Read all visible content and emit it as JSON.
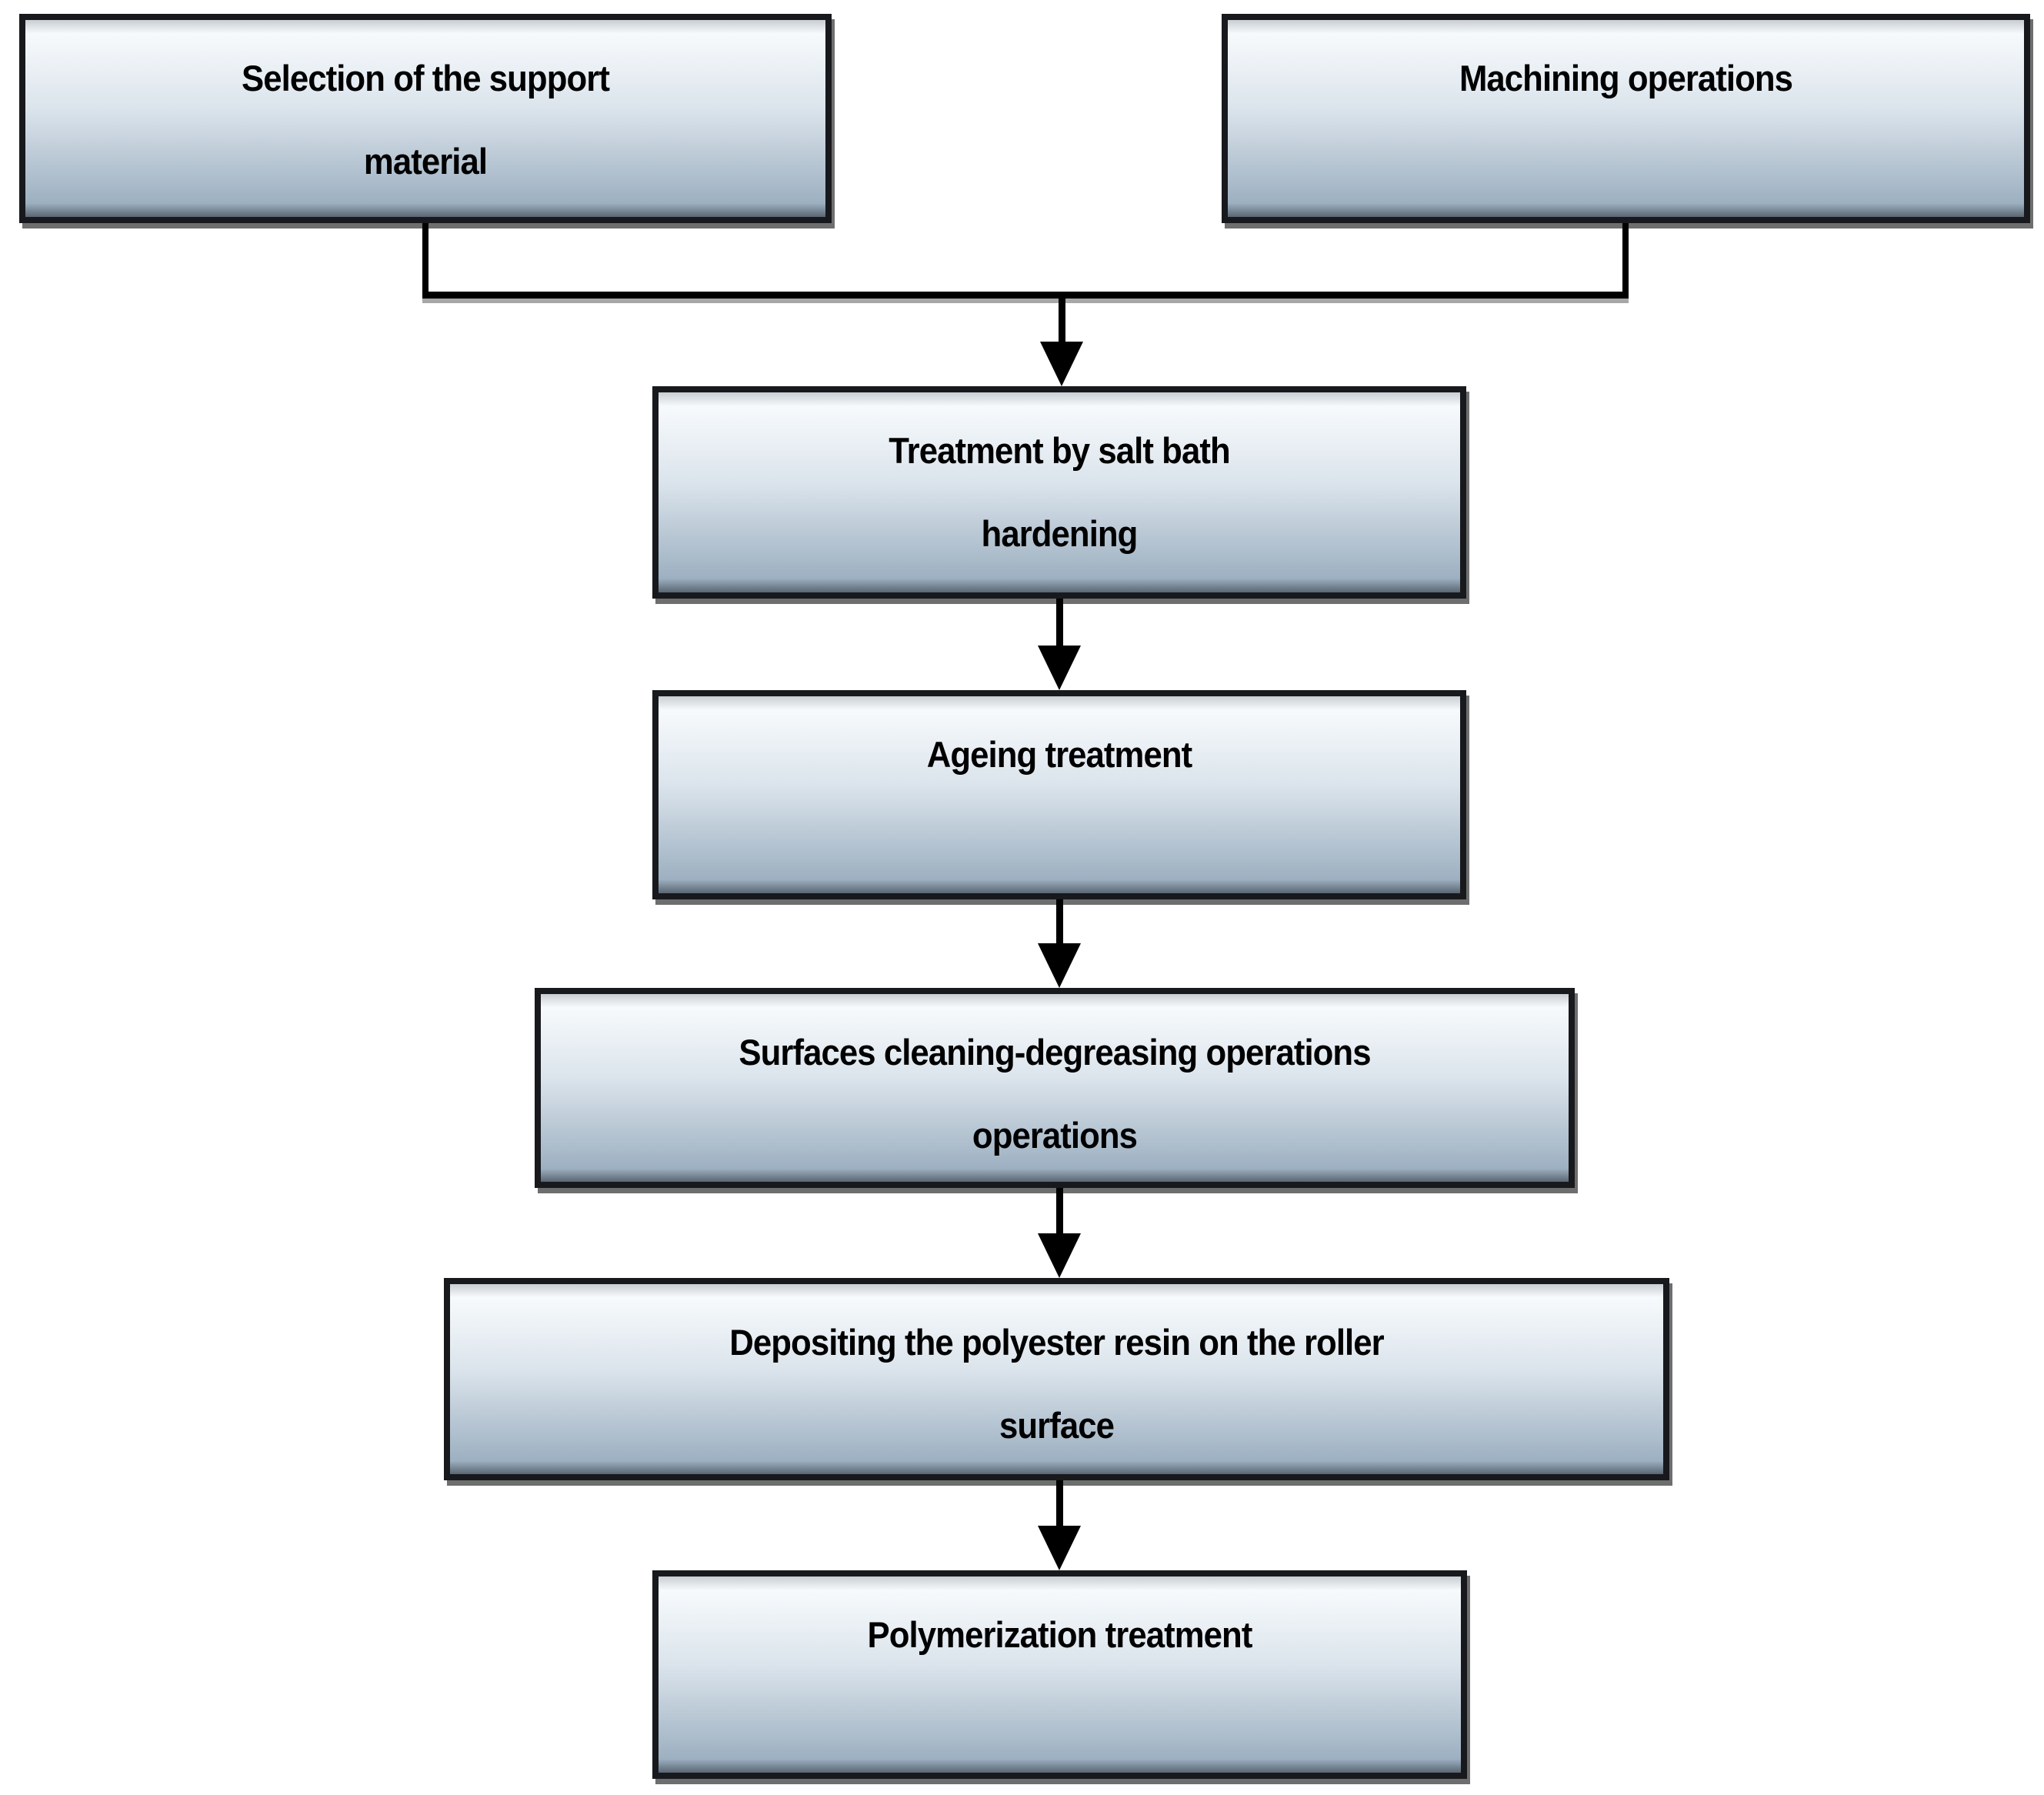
{
  "diagram": {
    "type": "flowchart",
    "direction": "top-down",
    "nodes": [
      {
        "id": "selection-support-material",
        "label": "Selection of the support\nmaterial"
      },
      {
        "id": "machining-operations",
        "label": "Machining operations"
      },
      {
        "id": "salt-bath-hardening",
        "label": "Treatment by salt bath\nhardening"
      },
      {
        "id": "ageing-treatment",
        "label": "Ageing treatment"
      },
      {
        "id": "surfaces-cleaning",
        "label": "Surfaces cleaning-degreasing operations\noperations"
      },
      {
        "id": "depositing-resin",
        "label": "Depositing the polyester resin on the roller\nsurface"
      },
      {
        "id": "polymerization-treatment",
        "label": "Polymerization treatment"
      }
    ],
    "edges": [
      {
        "from": "selection-support-material",
        "to": "salt-bath-hardening"
      },
      {
        "from": "machining-operations",
        "to": "salt-bath-hardening"
      },
      {
        "from": "salt-bath-hardening",
        "to": "ageing-treatment"
      },
      {
        "from": "ageing-treatment",
        "to": "surfaces-cleaning"
      },
      {
        "from": "surfaces-cleaning",
        "to": "depositing-resin"
      },
      {
        "from": "depositing-resin",
        "to": "polymerization-treatment"
      }
    ],
    "colors": {
      "node_border": "#17191d",
      "node_gradient_top": "#f7fafc",
      "node_gradient_mid": "#dbe4ec",
      "node_gradient_bottom": "#9db0c1",
      "node_top_strip": "#c9ced3",
      "node_bottom_strip": "#5a6672",
      "shadow": "#6e6e6e",
      "connector": "#000000",
      "text": "#000000",
      "background": "#ffffff"
    }
  }
}
